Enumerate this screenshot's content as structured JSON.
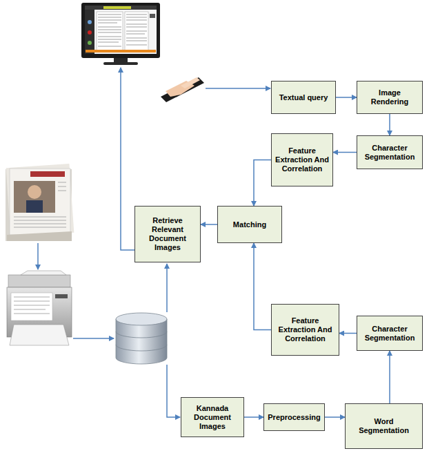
{
  "diagram": {
    "nodes": [
      {
        "text": [
          "Textual query"
        ]
      },
      {
        "text": [
          "Image Rendering"
        ]
      },
      {
        "text": [
          "Character Segmentation"
        ]
      },
      {
        "text": [
          "Feature Extraction And Correlation"
        ]
      },
      {
        "text": [
          "Retrieve Relevant Document Images"
        ]
      },
      {
        "text": [
          "Matching"
        ]
      },
      {
        "text": [
          "Feature Extraction And Correlation"
        ]
      },
      {
        "text": [
          "Character Segmentation"
        ]
      },
      {
        "text": [
          "Kannada Document Images"
        ]
      },
      {
        "text": [
          "Preprocessing"
        ]
      },
      {
        "text": [
          "Word Segmentation"
        ]
      }
    ],
    "edges": [
      {
        "from": 0,
        "to": 1,
        "arrow": "to"
      },
      {
        "from": 1,
        "to": 2,
        "arrow": "to"
      },
      {
        "from": 2,
        "to": 3,
        "arrow": "to"
      },
      {
        "from": 3,
        "to": 5,
        "arrow": "to"
      },
      {
        "from": 5,
        "to": 4,
        "arrow": "to"
      },
      {
        "from": 6,
        "to": 5,
        "arrow": "to"
      },
      {
        "from": 7,
        "to": 6,
        "arrow": "to"
      },
      {
        "from": 10,
        "to": 7,
        "arrow": "to"
      },
      {
        "from": 8,
        "to": 9,
        "arrow": "to"
      },
      {
        "from": 9,
        "to": 10,
        "arrow": "to"
      }
    ]
  }
}
